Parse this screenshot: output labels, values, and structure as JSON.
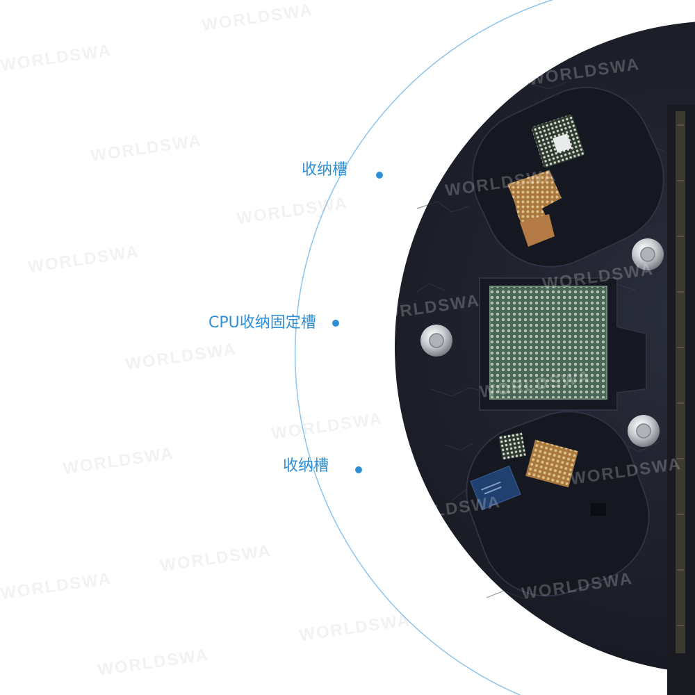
{
  "callouts": {
    "top": "收纳槽",
    "cpu": "CPU收纳固定槽",
    "bottom": "收纳槽"
  },
  "watermark": "WORLDSWA",
  "colors": {
    "accent": "#2f8fd6",
    "tray": "#1d1f2a",
    "chip_green": "#4f6a5c",
    "chip_gold": "#c9a35c"
  }
}
